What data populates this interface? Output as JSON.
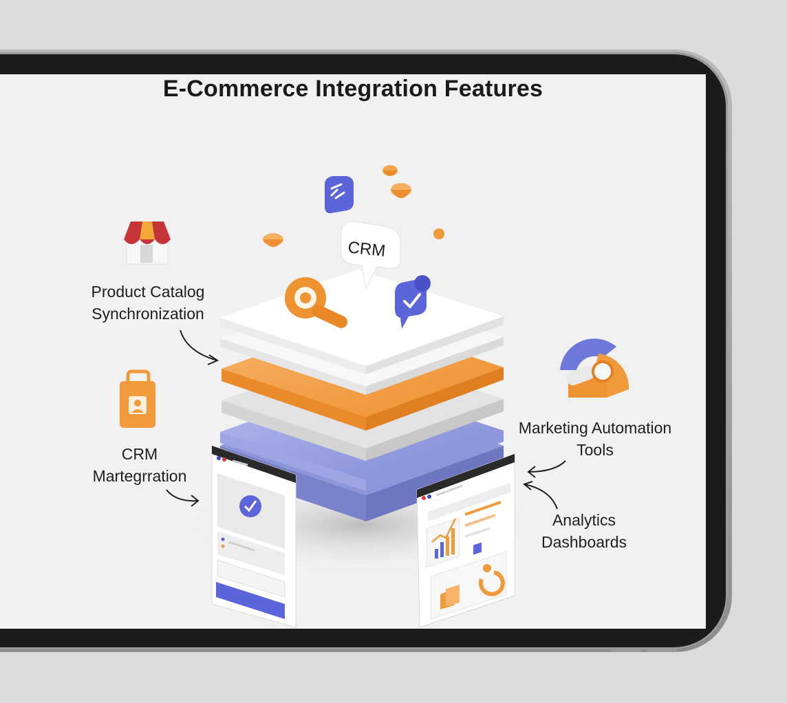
{
  "title": "E-Commerce Integration Features",
  "bubble": "CRM",
  "labels": {
    "product_catalog": [
      "Product Catalog",
      "Synchronization"
    ],
    "crm": [
      "CRM",
      "Martegrration"
    ],
    "marketing": [
      "Marketing Automation",
      "Tools"
    ],
    "analytics": [
      "Analytics",
      "Dashboards"
    ]
  },
  "colors": {
    "orange": "#f29a3a",
    "blue": "#5b64d8",
    "lavender": "#9aa2e0",
    "store_red": "#c0353a"
  },
  "icons": [
    "store-icon",
    "briefcase-icon",
    "crm-chat-icon",
    "magnifier-icon",
    "check-chat-icon",
    "refresh-gear-icon",
    "coin-icon"
  ]
}
